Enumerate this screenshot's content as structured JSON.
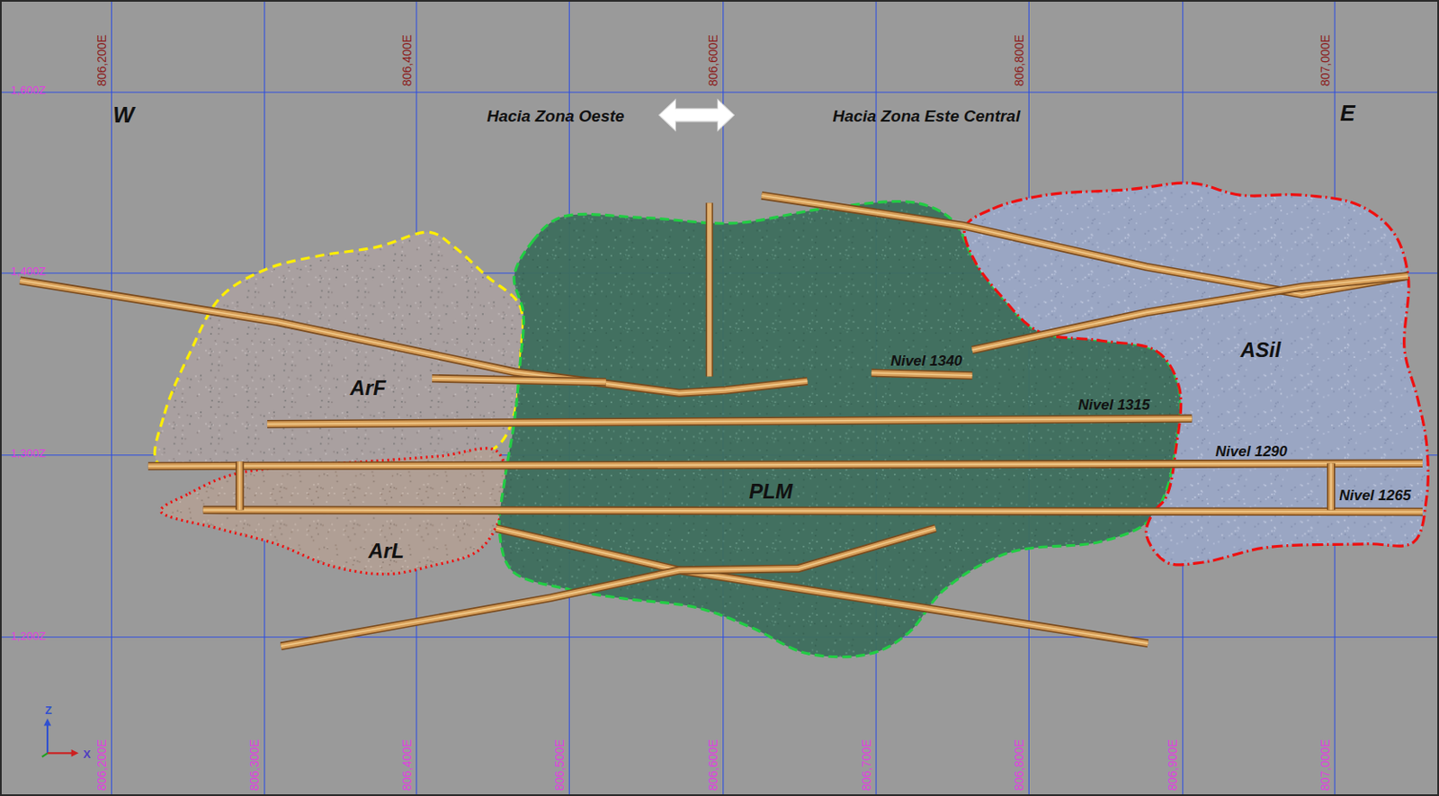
{
  "diagram": {
    "nodes": [
      {
        "text": [
          "ArF"
        ]
      },
      {
        "text": [
          "ArL"
        ]
      },
      {
        "text": [
          "PLM"
        ]
      },
      {
        "text": [
          "ASil"
        ]
      }
    ],
    "labels": [
      "806,200E",
      "806,400E",
      "806,600E",
      "806,800E",
      "807,000E",
      "Hacia Zona Oeste",
      "Hacia Zona Este Central",
      "W",
      "E",
      "1,600Z",
      "1,400Z",
      "1,300Z",
      "1,200Z",
      "Nivel 1340",
      "Nivel 1315",
      "Nivel 1290",
      "Nivel 1265",
      "806,200E",
      "806,300E",
      "806,400E",
      "806,500E",
      "806,600E",
      "806,700E",
      "806,800E",
      "806,900E",
      "807,000E",
      "Z",
      "X"
    ]
  }
}
